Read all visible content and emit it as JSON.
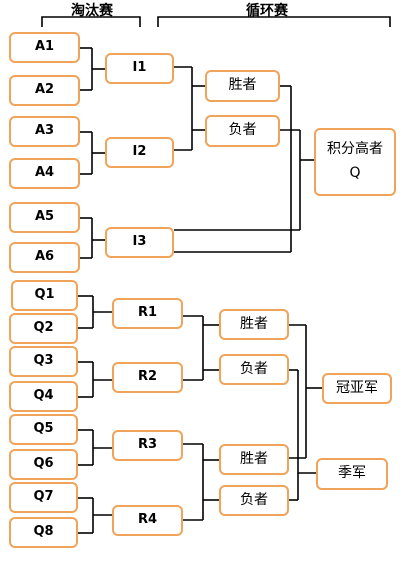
{
  "headers": {
    "knockout": "淘汰赛",
    "round_robin": "循环赛"
  },
  "group1": {
    "entrants": [
      "A1",
      "A2",
      "A3",
      "A4",
      "A5",
      "A6"
    ],
    "knockout_matches": [
      "I1",
      "I2",
      "I3"
    ],
    "round_robin": [
      "胜者",
      "负者"
    ],
    "result": "积分高者\nQ"
  },
  "group2": {
    "entrants": [
      "Q1",
      "Q2",
      "Q3",
      "Q4",
      "Q5",
      "Q6",
      "Q7",
      "Q8"
    ],
    "matches": [
      "R1",
      "R2",
      "R3",
      "R4"
    ],
    "semis": [
      "胜者",
      "负者",
      "胜者",
      "负者"
    ],
    "finals": [
      "冠亚军",
      "季军"
    ]
  },
  "colors": {
    "box_border": "#f0a35a",
    "line": "#000000"
  }
}
